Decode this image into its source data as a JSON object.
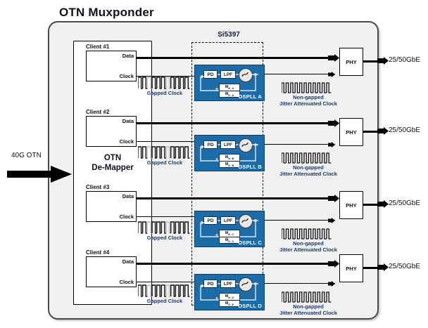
{
  "diagram": {
    "title": "OTN Muxponder",
    "device": {
      "name": "Si5397"
    },
    "input": {
      "label": "40G OTN",
      "arrow_icon": "right-arrow-icon"
    },
    "demapper": {
      "line1": "OTN",
      "line2": "De-Mapper"
    },
    "pins": {
      "data": "Data",
      "clock": "Clock"
    },
    "waveforms": {
      "gapped": "Gapped Clock",
      "nongapped_line1": "Non-gapped",
      "nongapped_line2": "Jitter Attenuated Clock"
    },
    "pll_blocks": {
      "pd": "PD",
      "lpf": "LPF",
      "vco_icon": "vco-scurve-icon"
    },
    "phy": {
      "label": "PHY"
    },
    "output": {
      "label": "25/50GbE"
    },
    "colors": {
      "dspll_blue": "#1b6ca8",
      "frame_grey": "#f0f0f0",
      "caption_navy": "#1b3a6b",
      "device_navy": "#0f1f45"
    },
    "channels": [
      {
        "client": "Client #1",
        "dspll": "DSPLL A",
        "m_numerator": "M",
        "m_num_sub": "N_A",
        "m_denominator": "M",
        "m_den_sub": "D_A"
      },
      {
        "client": "Client #2",
        "dspll": "DSPLL B",
        "m_numerator": "M",
        "m_num_sub": "N_B",
        "m_denominator": "M",
        "m_den_sub": "D_B"
      },
      {
        "client": "Client #3",
        "dspll": "DSPLL C",
        "m_numerator": "M",
        "m_num_sub": "N_C",
        "m_denominator": "M",
        "m_den_sub": "D_C"
      },
      {
        "client": "Client #4",
        "dspll": "DSPLL D",
        "m_numerator": "M",
        "m_num_sub": "N_D",
        "m_denominator": "M",
        "m_den_sub": "D_D"
      }
    ]
  }
}
